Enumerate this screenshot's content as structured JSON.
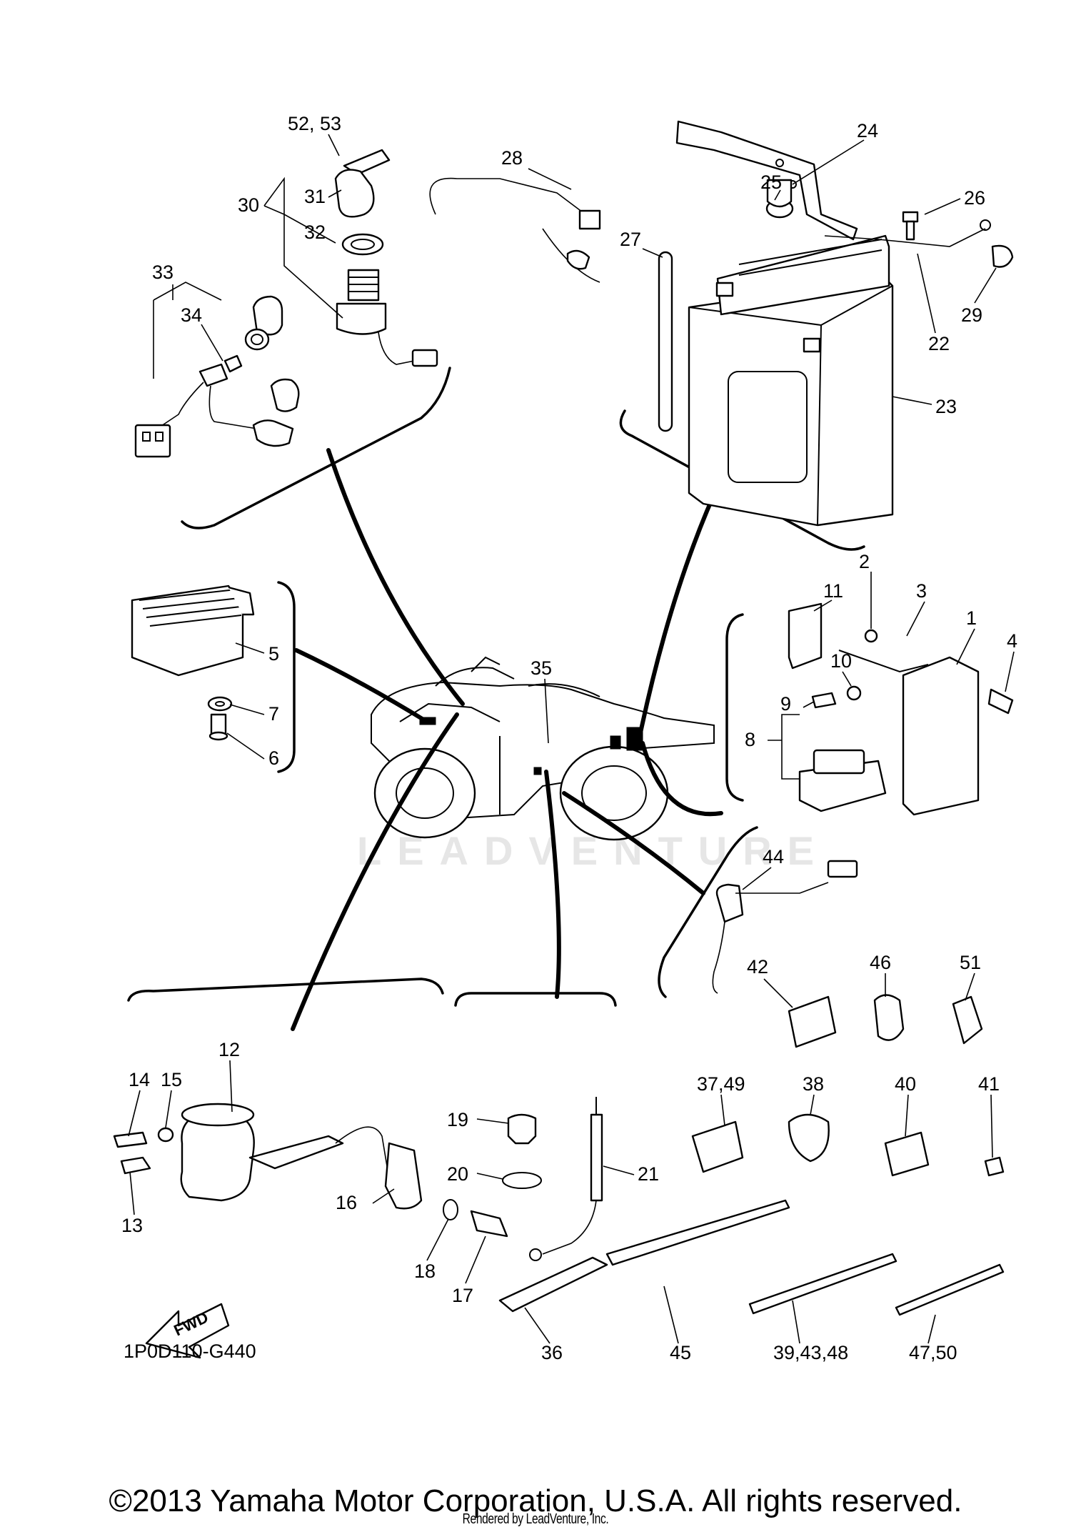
{
  "diagram_code": "1P0D110-G440",
  "fwd_label": "FWD",
  "watermark": "LEADVENTURE",
  "copyright": "©2013 Yamaha Motor Corporation, U.S.A. All rights reserved.",
  "rendered_by": "Rendered by LeadVenture, Inc.",
  "labels": {
    "l1": "1",
    "l2": "2",
    "l3": "3",
    "l4": "4",
    "l5": "5",
    "l6": "6",
    "l7": "7",
    "l8": "8",
    "l9": "9",
    "l10": "10",
    "l11": "11",
    "l12": "12",
    "l13": "13",
    "l14": "14",
    "l15": "15",
    "l16": "16",
    "l17": "17",
    "l18": "18",
    "l19": "19",
    "l20": "20",
    "l21": "21",
    "l22": "22",
    "l23": "23",
    "l24": "24",
    "l25": "25",
    "l26": "26",
    "l27": "27",
    "l28": "28",
    "l29": "29",
    "l30": "30",
    "l31": "31",
    "l32": "32",
    "l33": "33",
    "l34": "34",
    "l35": "35",
    "l36": "36",
    "l37_49": "37,49",
    "l38": "38",
    "l39_43_48": "39,43,48",
    "l40": "40",
    "l41": "41",
    "l42": "42",
    "l44": "44",
    "l45": "45",
    "l46": "46",
    "l47_50": "47,50",
    "l51": "51",
    "l52_53": "52, 53"
  }
}
